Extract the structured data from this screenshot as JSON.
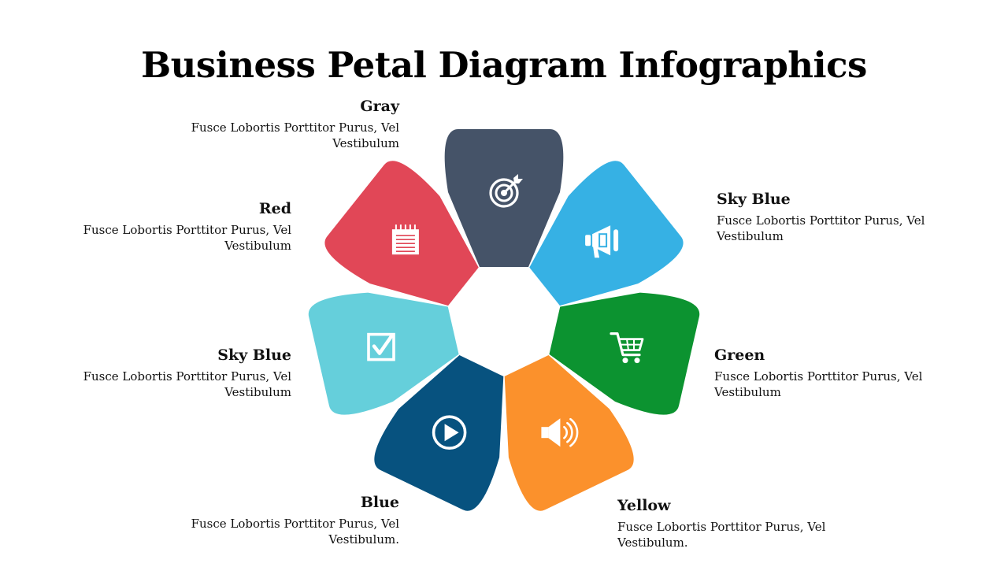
{
  "title": "Business Petal Diagram Infographics",
  "petals": [
    {
      "id": "gray",
      "color": "#455368",
      "icon": "target-icon",
      "label": "Gray",
      "desc": "Fusce Lobortis Porttitor Purus, Vel Vestibulum"
    },
    {
      "id": "skyblue-right",
      "color": "#36B1E4",
      "icon": "megaphone-icon",
      "label": "Sky Blue",
      "desc": "Fusce Lobortis Porttitor Purus, Vel Vestibulum"
    },
    {
      "id": "green",
      "color": "#0C9330",
      "icon": "cart-icon",
      "label": "Green",
      "desc": "Fusce Lobortis Porttitor Purus, Vel Vestibulum"
    },
    {
      "id": "yellow",
      "color": "#FB912C",
      "icon": "speaker-icon",
      "label": "Yellow",
      "desc": "Fusce Lobortis Porttitor Purus, Vel Vestibulum."
    },
    {
      "id": "blue",
      "color": "#07527F",
      "icon": "play-icon",
      "label": "Blue",
      "desc": "Fusce Lobortis Porttitor Purus, Vel Vestibulum."
    },
    {
      "id": "skyblue-left",
      "color": "#65CFDB",
      "icon": "checkbox-icon",
      "label": "Sky Blue",
      "desc": "Fusce Lobortis Porttitor Purus, Vel Vestibulum"
    },
    {
      "id": "red",
      "color": "#E14757",
      "icon": "notepad-icon",
      "label": "Red",
      "desc": "Fusce Lobortis Porttitor Purus, Vel Vestibulum"
    }
  ]
}
